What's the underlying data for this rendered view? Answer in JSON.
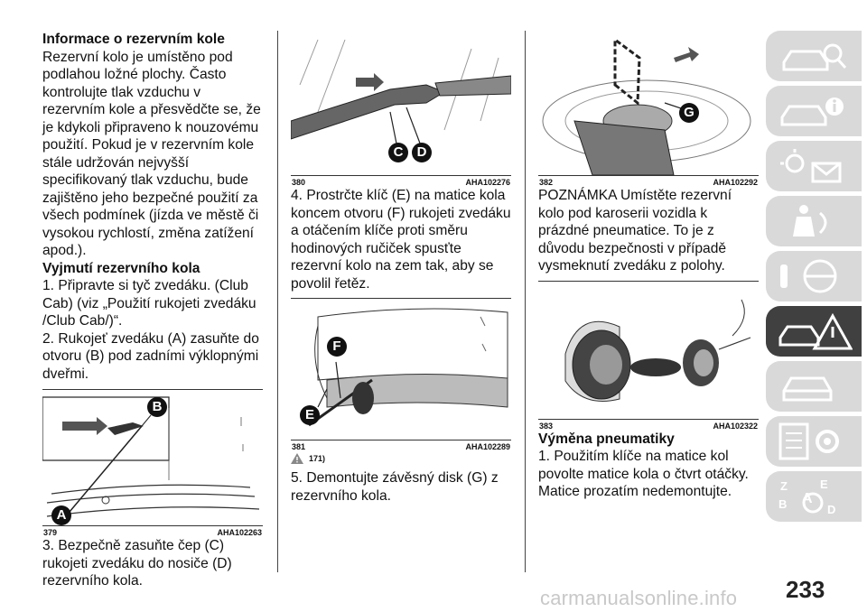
{
  "col1": {
    "h1": "Informace o rezervním kole",
    "p1": "Rezervní kolo je umístěno pod podlahou ložné plochy. Často kontrolujte tlak vzduchu v rezervním kole a přesvědčte se, že je kdykoli připraveno k nouzovému použití. Pokud je v rezervním kole stále udržován nejvyšší specifikovaný tlak vzduchu, bude zajištěno jeho bezpečné použití za všech podmínek (jízda ve městě či vysokou rychlostí, změna zatížení apod.).",
    "h2": "Vyjmutí rezervního kola",
    "p2": "1. Připravte si tyč zvedáku. (Club Cab) (viz „Použití rukojeti zvedáku /Club Cab/)“.",
    "p3": "2. Rukojeť zvedáku (A) zasuňte do otvoru (B) pod zadními výklopnými dveřmi.",
    "fig_num": "379",
    "fig_code": "AHA102263",
    "label_a": "A",
    "label_b": "B",
    "p4": "3. Bezpečně zasuňte čep (C) rukojeti zvedáku do nosiče (D) rezervního kola."
  },
  "col2": {
    "fig1_num": "380",
    "fig1_code": "AHA102276",
    "label_c": "C",
    "label_d": "D",
    "p1": "4. Prostrčte klíč (E) na matice kola koncem otvoru (F) rukojeti zvedáku a otáčením klíče proti směru hodinových ručiček spusťte rezervní kolo na zem tak, aby se povolil řetěz.",
    "fig2_num": "381",
    "fig2_code": "AHA102289",
    "label_e": "E",
    "label_f": "F",
    "warn_ref": "171)",
    "p2": "5. Demontujte závěsný disk (G) z rezervního kola."
  },
  "col3": {
    "fig1_num": "382",
    "fig1_code": "AHA102292",
    "label_g": "G",
    "p1": "POZNÁMKA Umístěte rezervní kolo pod karoserii vozidla k prázdné pneumatice. To je z důvodu bezpečnosti v případě vysmeknutí zvedáku z polohy.",
    "fig2_num": "383",
    "fig2_code": "AHA102322",
    "h1": "Výměna pneumatiky",
    "p2": "1. Použitím klíče na matice kol povolte matice kola o čtvrt otáčky. Matice prozatím nedemontujte."
  },
  "sidebar": {
    "icons": [
      "car-search-icon",
      "car-info-icon",
      "warning-lights-icon",
      "airbag-seat-icon",
      "steering-wheel-key-icon",
      "car-emergency-icon",
      "car-service-icon",
      "settings-list-icon",
      "alphabetic-index-icon"
    ],
    "active_index": 5
  },
  "page_number": "233",
  "watermark": "carmanualsonline.info"
}
